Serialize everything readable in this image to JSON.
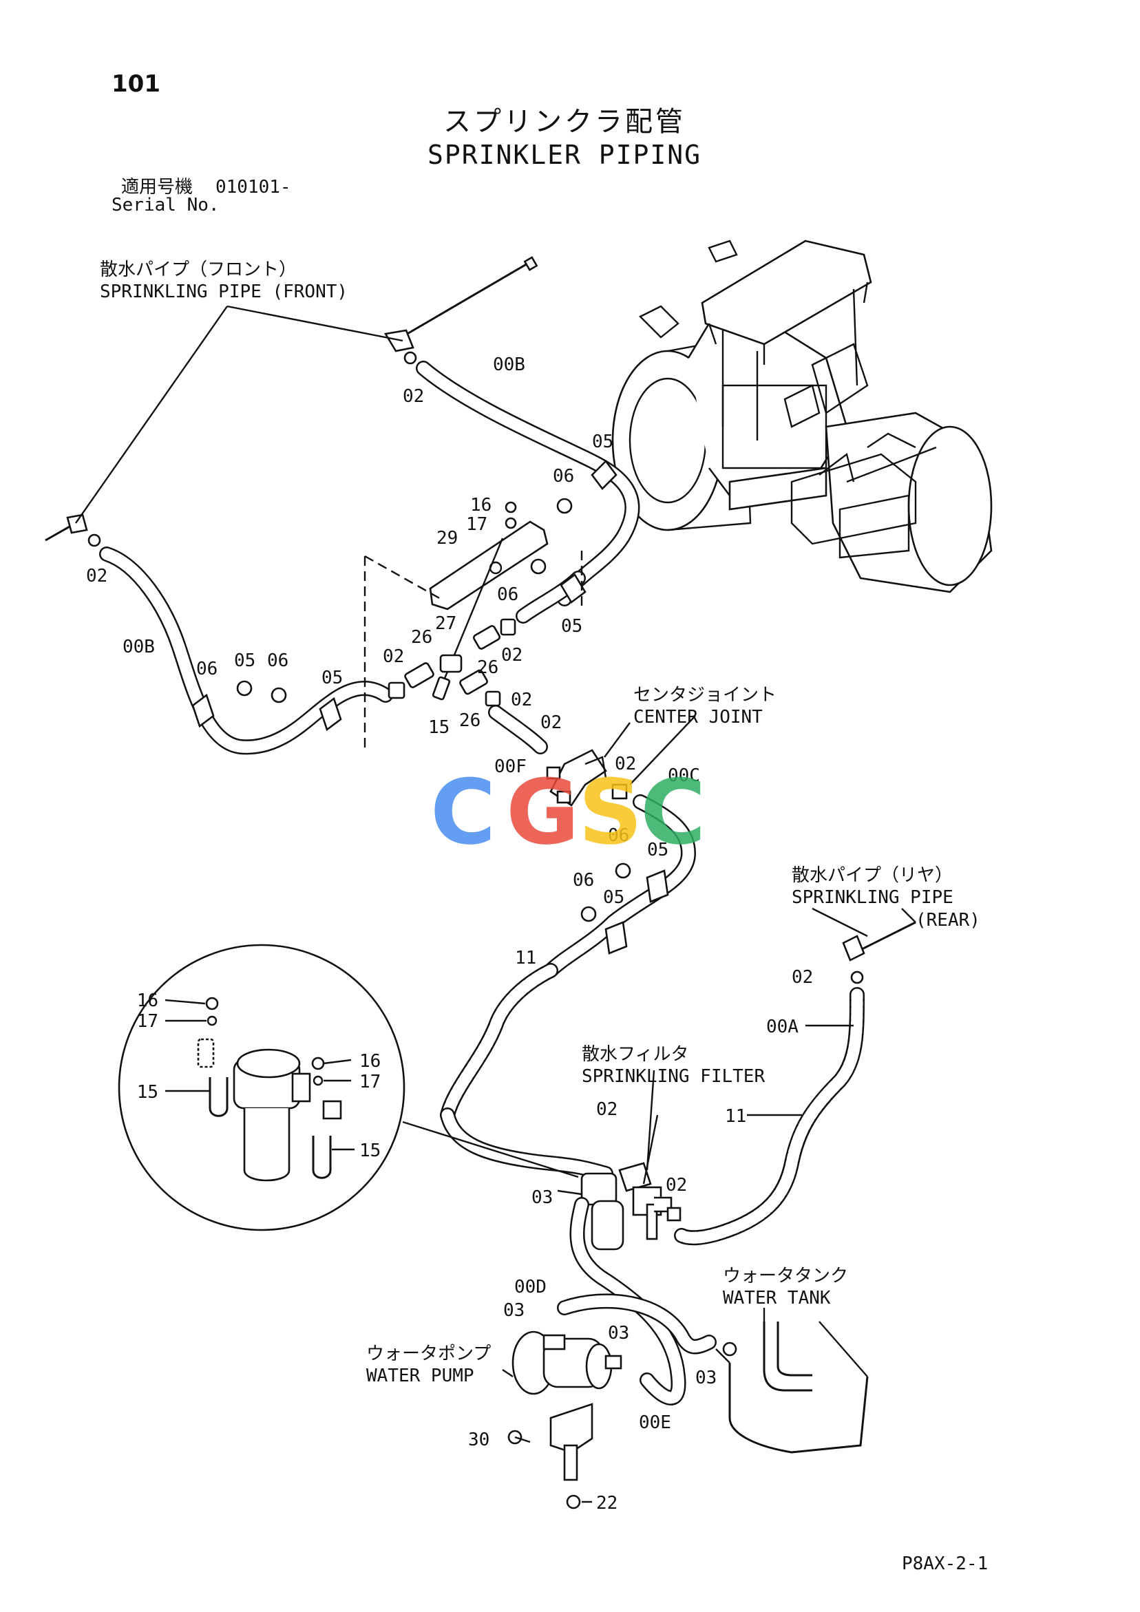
{
  "header": {
    "page_number": "101",
    "title_jp": "スプリンクラ配管",
    "title_en": "SPRINKLER PIPING",
    "serial_label_jp": "適用号機",
    "serial_value": "010101-",
    "serial_label_en": "Serial No."
  },
  "callouts": {
    "sprinkling_pipe_front_jp": "散水パイプ（フロント）",
    "sprinkling_pipe_front_en": "SPRINKLING PIPE (FRONT)",
    "center_joint_jp": "センタジョイント",
    "center_joint_en": "CENTER JOINT",
    "sprinkling_pipe_rear_jp": "散水パイプ（リヤ）",
    "sprinkling_pipe_rear_en": "SPRINKLING PIPE",
    "sprinkling_pipe_rear_en2": "(REAR)",
    "sprinkling_filter_jp": "散水フィルタ",
    "sprinkling_filter_en": "SPRINKLING FILTER",
    "water_tank_jp": "ウォータタンク",
    "water_tank_en": "WATER TANK",
    "water_pump_jp": "ウォータポンプ",
    "water_pump_en": "WATER PUMP"
  },
  "part_labels": {
    "p00B_a": "00B",
    "p02_a": "02",
    "p05_a": "05",
    "p06_a": "06",
    "p16_a": "16",
    "p17_a": "17",
    "p29": "29",
    "p06_b": "06",
    "p05_b": "05",
    "p02_b": "02",
    "p00B_b": "00B",
    "p06_c": "06",
    "p05_c": "05",
    "p06_d": "06",
    "p05_d": "05",
    "p02_c": "02",
    "p26_a": "26",
    "p27": "27",
    "p26_b": "26",
    "p02_d": "02",
    "p15_a": "15",
    "p26_c": "26",
    "p02_e": "02",
    "p02_f": "02",
    "p00F": "00F",
    "p02_g": "02",
    "p00C": "00C",
    "p06_e": "06",
    "p05_e": "05",
    "p06_f": "06",
    "p05_f": "05",
    "p11_a": "11",
    "p02_h": "02",
    "p00A": "00A",
    "p11_b": "11",
    "p16_b": "16",
    "p17_b": "17",
    "p16_c": "16",
    "p17_c": "17",
    "p15_b": "15",
    "p15_c": "15",
    "p02_i": "02",
    "p03_a": "03",
    "p02_j": "02",
    "p00D": "00D",
    "p03_b": "03",
    "p03_c": "03",
    "p03_d": "03",
    "p00E": "00E",
    "p30": "30",
    "p22": "22"
  },
  "footer": {
    "code": "P8AX-2-1"
  },
  "watermark": {
    "text": "CGSC",
    "colors": [
      "#4a8ef0",
      "#ea4a3c",
      "#f8c21a",
      "#2fae63"
    ]
  }
}
